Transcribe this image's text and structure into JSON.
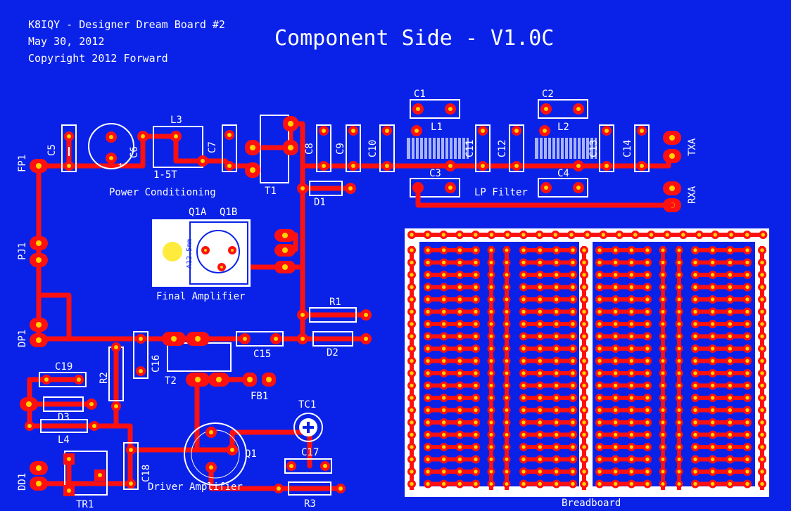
{
  "header": {
    "line1": "K8IQY - Designer Dream Board #2",
    "line2": "May 30, 2012",
    "line3": "Copyright 2012 Forward",
    "title": "Component Side - V1.0C"
  },
  "sections": {
    "power": "Power Conditioning",
    "filter": "LP Filter",
    "final": "Final Amplifier",
    "driver": "Driver Amplifier",
    "breadboard": "Breadboard"
  },
  "labels": {
    "C1": "C1",
    "C2": "C2",
    "C3": "C3",
    "C4": "C4",
    "C5": "C5",
    "C6": "C6",
    "C7": "C7",
    "C8": "C8",
    "C9": "C9",
    "C10": "C10",
    "C11": "C11",
    "C12": "C12",
    "C13": "C13",
    "C14": "C14",
    "C15": "C15",
    "C16": "C16",
    "C17": "C17",
    "C18": "C18",
    "C19": "C19",
    "L1": "L1",
    "L2": "L2",
    "L3": "L3",
    "L3sub": "1-5T",
    "L4": "L4",
    "T1": "T1",
    "T2": "T2",
    "TR1": "TR1",
    "TC1": "TC1",
    "D1": "D1",
    "D2": "D2",
    "D3": "D3",
    "R1": "R1",
    "R2": "R2",
    "R3": "R3",
    "FB1": "FB1",
    "Q1": "Q1",
    "Q1A": "Q1A",
    "Q1B": "Q1B",
    "Q1Anote": "A12.5mm",
    "FP1": "FP1",
    "PJ1": "PJ1",
    "DP1": "DP1",
    "DD1": "DD1",
    "TXA": "TXA",
    "RXA": "RXA"
  },
  "colors": {
    "board": "#0a22e8",
    "trace": "#ff1010",
    "pad_hole": "#ffd400",
    "silkscreen": "#ffffff"
  }
}
